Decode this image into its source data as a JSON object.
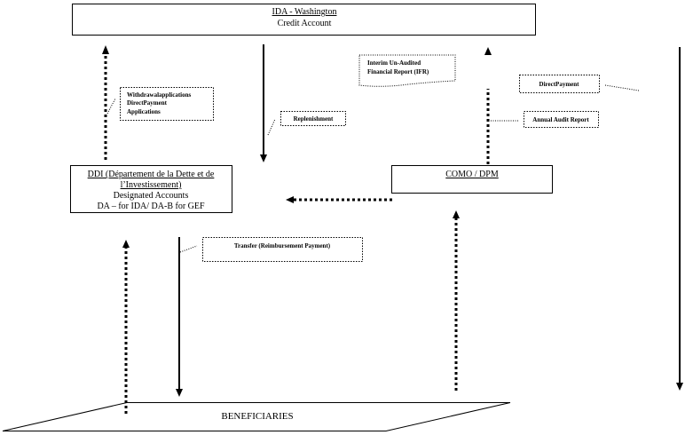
{
  "nodes": {
    "ida": {
      "title": "IDA - Washington",
      "subtitle": "Credit Account"
    },
    "ddi": {
      "line1": "DDI (Département de la Dette et de",
      "line2": "l’Investissement)",
      "line3": "Designated Accounts",
      "line4": "DA – for IDA/ DA-B for GEF"
    },
    "como": {
      "title": "COMO / DPM"
    },
    "beneficiaries": {
      "title": "BENEFICIARIES"
    }
  },
  "labels": {
    "withdrawal": [
      "Withdrawalapplications",
      "DirectPayment",
      "Applications"
    ],
    "replenishment": "Replenishment",
    "ifr": [
      "Interim Un-Audited",
      "Financial Report (IFR)"
    ],
    "direct_payment": "DirectPayment",
    "annual_audit": "Annual Audit Report",
    "transfer": "Transfer (Reimbursement Payment)"
  }
}
